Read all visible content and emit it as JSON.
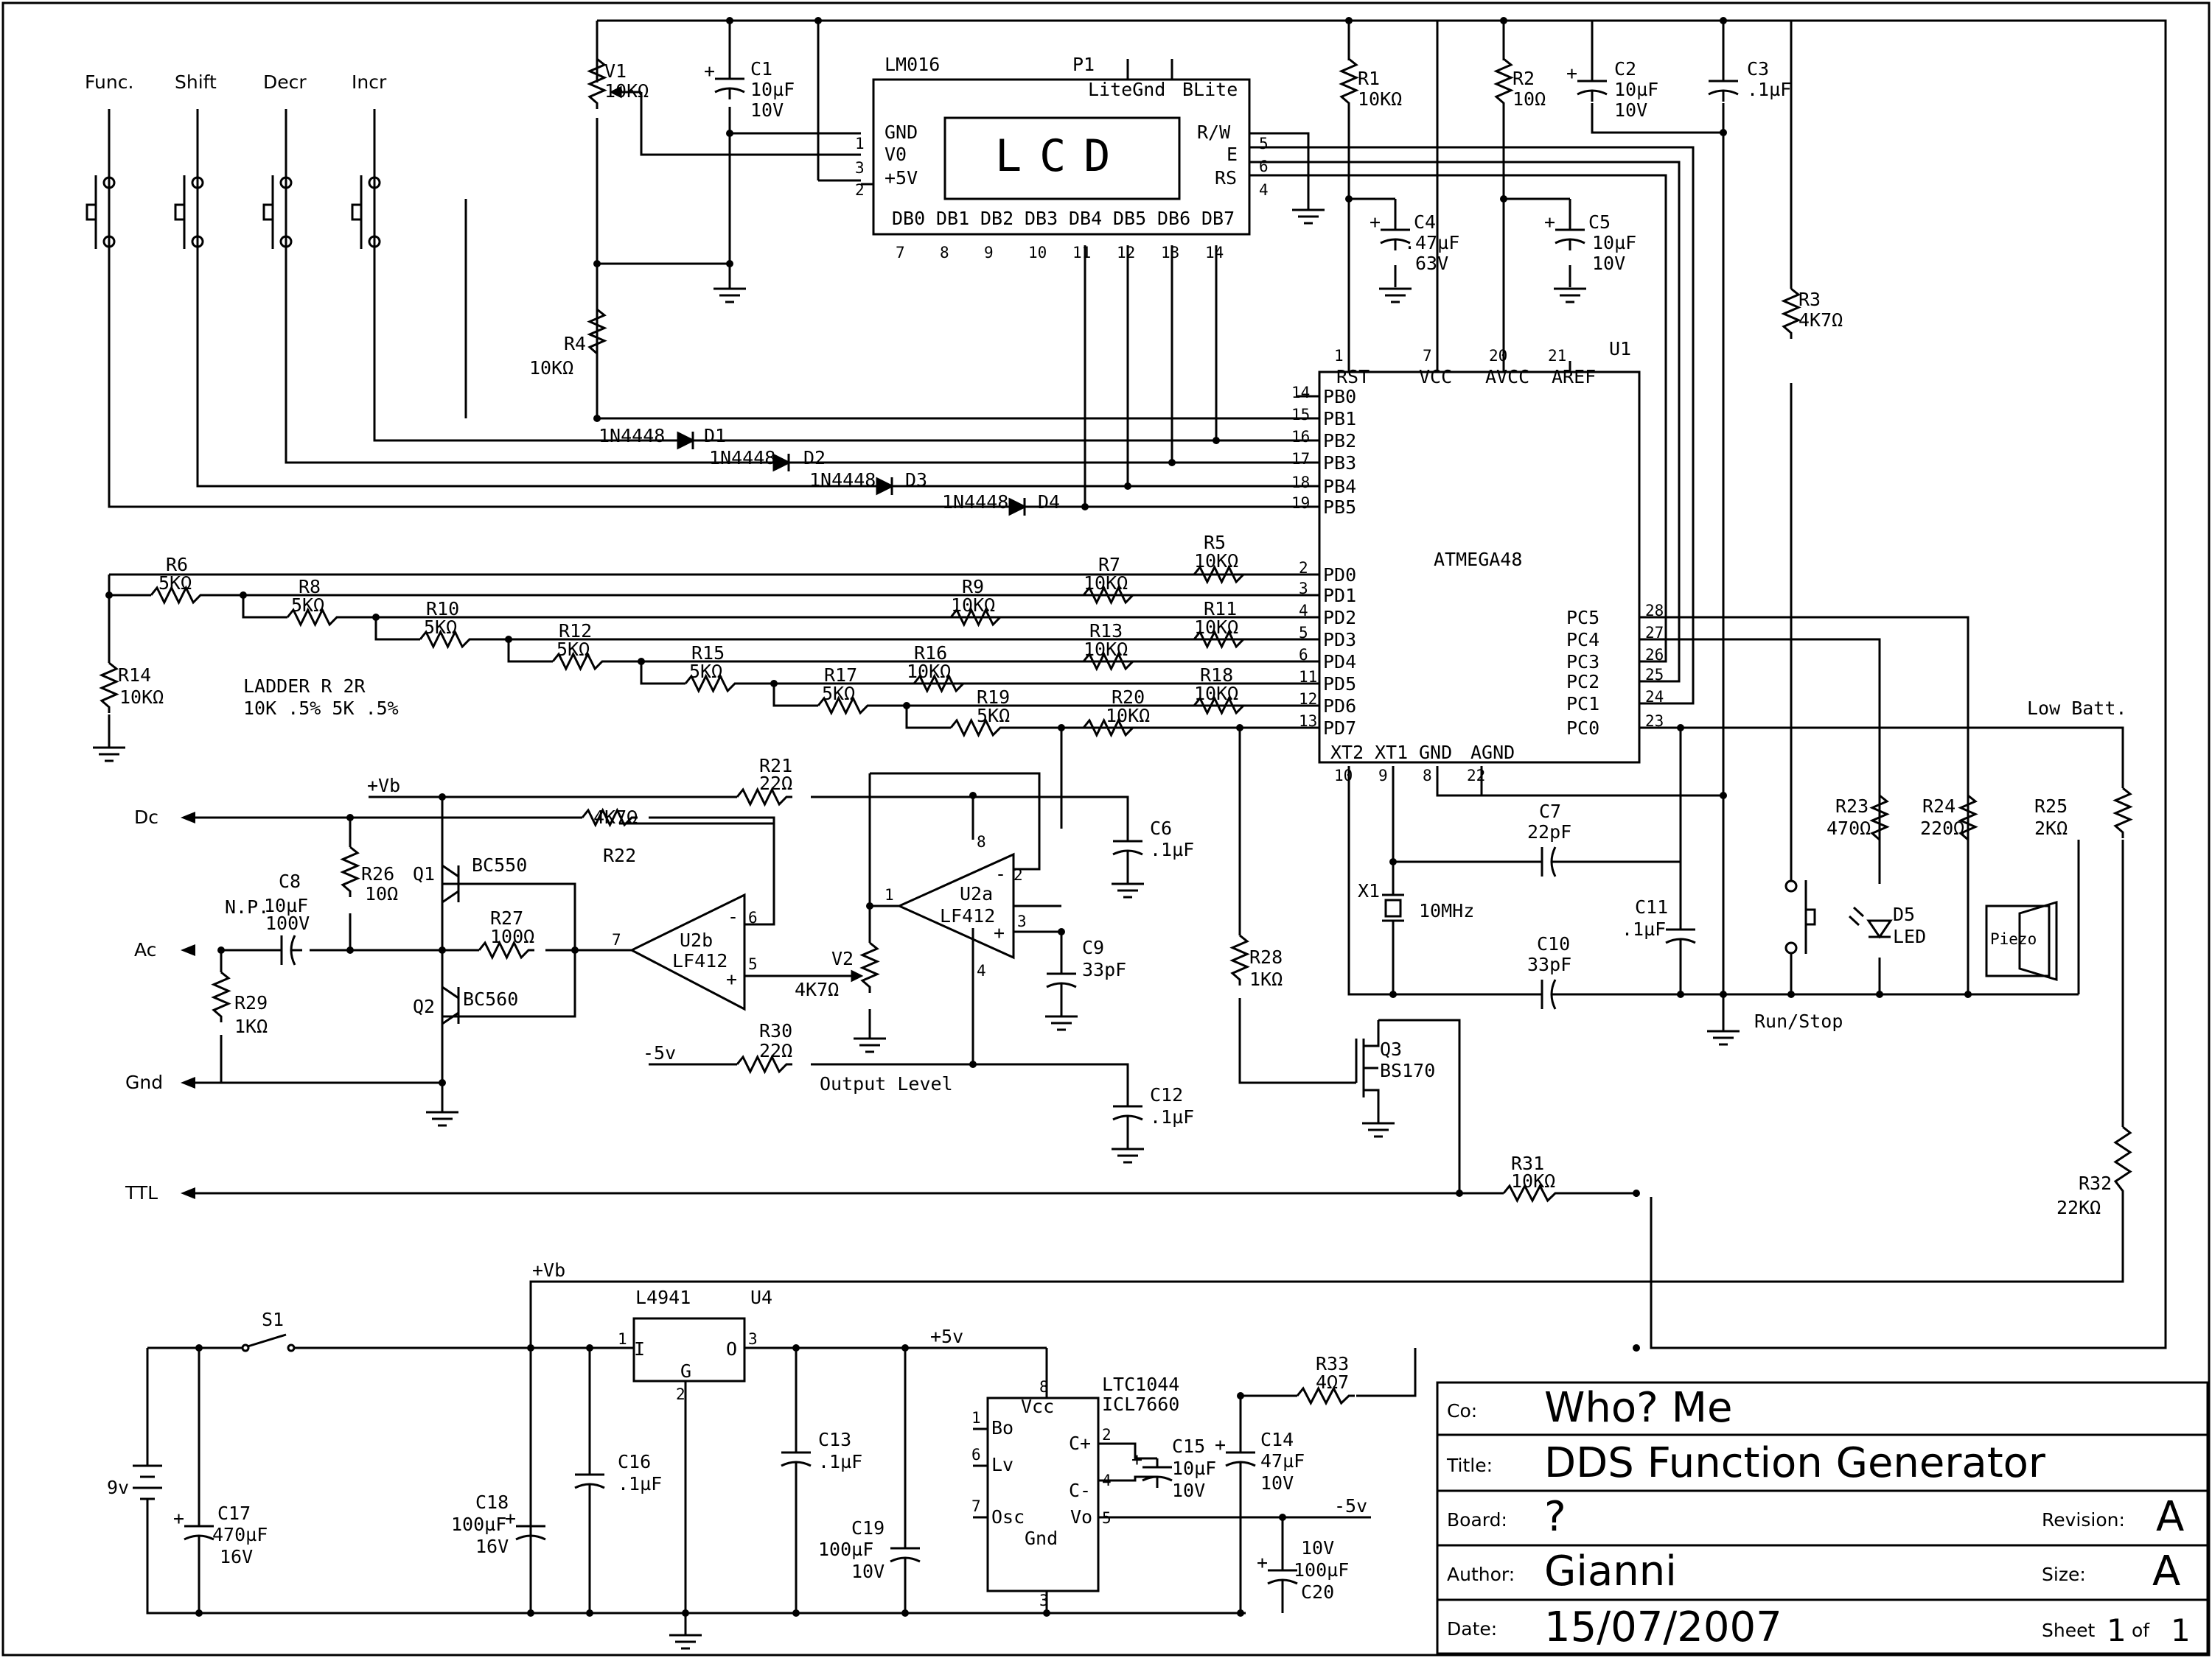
{
  "title_block": {
    "co_label": "Co:",
    "co": "Who? Me",
    "title_label": "Title:",
    "title": "DDS Function Generator",
    "board_label": "Board:",
    "board": "?",
    "revision_label": "Revision:",
    "revision": "A",
    "author_label": "Author:",
    "author": "Gianni",
    "size_label": "Size:",
    "size": "A",
    "date_label": "Date:",
    "date": "15/07/2007",
    "sheet_label": "Sheet",
    "sheet_num": "1",
    "sheet_of": "of",
    "sheet_total": "1"
  },
  "buttons": [
    "Func.",
    "Shift",
    "Decr",
    "Incr"
  ],
  "lcd": {
    "part": "LM016",
    "ref": "P1",
    "text": "LCD",
    "lite": "LiteGnd",
    "blite": "BLite",
    "left_pins": [
      "GND",
      "V0",
      "+5V"
    ],
    "left_nums": [
      "1",
      "3",
      "2"
    ],
    "right_pins": [
      "R/W",
      "E",
      "RS"
    ],
    "right_nums": [
      "5",
      "6",
      "4"
    ],
    "db": [
      "DB0",
      "DB1",
      "DB2",
      "DB3",
      "DB4",
      "DB5",
      "DB6",
      "DB7"
    ],
    "db_nums": [
      "7",
      "8",
      "9",
      "10",
      "11",
      "12",
      "13",
      "14"
    ]
  },
  "mcu": {
    "ref": "U1",
    "name": "ATMEGA48",
    "top": [
      "RST",
      "VCC",
      "AVCC",
      "AREF"
    ],
    "top_nums": [
      "1",
      "7",
      "20",
      "21"
    ],
    "pb": [
      "PB0",
      "PB1",
      "PB2",
      "PB3",
      "PB4",
      "PB5"
    ],
    "pb_nums": [
      "14",
      "15",
      "16",
      "17",
      "18",
      "19"
    ],
    "pd": [
      "PD0",
      "PD1",
      "PD2",
      "PD3",
      "PD4",
      "PD5",
      "PD6",
      "PD7"
    ],
    "pd_nums": [
      "2",
      "3",
      "4",
      "5",
      "6",
      "11",
      "12",
      "13"
    ],
    "pc": [
      "PC5",
      "PC4",
      "PC3",
      "PC2",
      "PC1",
      "PC0"
    ],
    "pc_nums": [
      "28",
      "27",
      "26",
      "25",
      "24",
      "23"
    ],
    "bottom": [
      "XT2",
      "XT1",
      "GND",
      "AGND"
    ],
    "bottom_nums": [
      "10",
      "9",
      "8",
      "22"
    ]
  },
  "diodes": [
    {
      "part": "1N4448",
      "ref": "D1"
    },
    {
      "part": "1N4448",
      "ref": "D2"
    },
    {
      "part": "1N4448",
      "ref": "D3"
    },
    {
      "part": "1N4448",
      "ref": "D4"
    }
  ],
  "parts": {
    "V1": {
      "ref": "V1",
      "val": "10KΩ"
    },
    "C1": {
      "ref": "C1",
      "v1": "10µF",
      "v2": "10V"
    },
    "R1": {
      "ref": "R1",
      "val": "10KΩ"
    },
    "R2": {
      "ref": "R2",
      "val": "10Ω"
    },
    "C2": {
      "ref": "C2",
      "v1": "10µF",
      "v2": "10V"
    },
    "C3": {
      "ref": "C3",
      "v1": ".1µF"
    },
    "C4": {
      "ref": "C4",
      "v1": ".47µF",
      "v2": "63V"
    },
    "C5": {
      "ref": "C5",
      "v1": "10µF",
      "v2": "10V"
    },
    "R3": {
      "ref": "R3",
      "val": "4K7Ω"
    },
    "R4": {
      "ref": "R4",
      "val": "10KΩ"
    },
    "R5": {
      "ref": "R5",
      "val": "10KΩ"
    },
    "R6": {
      "ref": "R6",
      "val": "5KΩ"
    },
    "R7": {
      "ref": "R7",
      "val": "10KΩ"
    },
    "R8": {
      "ref": "R8",
      "val": "5KΩ"
    },
    "R9": {
      "ref": "R9",
      "val": "10KΩ"
    },
    "R10": {
      "ref": "R10",
      "val": "5KΩ"
    },
    "R11": {
      "ref": "R11",
      "val": "10KΩ"
    },
    "R12": {
      "ref": "R12",
      "val": "5KΩ"
    },
    "R13": {
      "ref": "R13",
      "val": "10KΩ"
    },
    "R14": {
      "ref": "R14",
      "val": "10KΩ"
    },
    "R15": {
      "ref": "R15",
      "val": "5KΩ"
    },
    "R16": {
      "ref": "R16",
      "val": "10KΩ"
    },
    "R17": {
      "ref": "R17",
      "val": "5KΩ"
    },
    "R18": {
      "ref": "R18",
      "val": "10KΩ"
    },
    "R19": {
      "ref": "R19",
      "val": "5KΩ"
    },
    "R20": {
      "ref": "R20",
      "val": "10KΩ"
    },
    "R21": {
      "ref": "R21",
      "val": "22Ω"
    },
    "R22": {
      "ref": "R22",
      "val": "4K7Ω"
    },
    "R23": {
      "ref": "R23",
      "val": "470Ω"
    },
    "R24": {
      "ref": "R24",
      "val": "220Ω"
    },
    "R25": {
      "ref": "R25",
      "val": "2KΩ"
    },
    "R26": {
      "ref": "R26",
      "val": "10Ω"
    },
    "R27": {
      "ref": "R27",
      "val": "100Ω"
    },
    "R28": {
      "ref": "R28",
      "val": "1KΩ"
    },
    "R29": {
      "ref": "R29",
      "val": "1KΩ"
    },
    "R30": {
      "ref": "R30",
      "val": "22Ω"
    },
    "R31": {
      "ref": "R31",
      "val": "10KΩ"
    },
    "R32": {
      "ref": "R32",
      "val": "22KΩ"
    },
    "R33": {
      "ref": "R33",
      "val": "4Ω7"
    },
    "C6": {
      "ref": "C6",
      "v1": ".1µF"
    },
    "C7": {
      "ref": "C7",
      "v1": "22pF"
    },
    "C8": {
      "ref": "C8",
      "v0": "N.P.",
      "v1": "10µF",
      "v2": "100V"
    },
    "C9": {
      "ref": "C9",
      "v1": "33pF"
    },
    "C10": {
      "ref": "C10",
      "v1": "33pF"
    },
    "C11": {
      "ref": "C11",
      "v1": ".1µF"
    },
    "C12": {
      "ref": "C12",
      "v1": ".1µF"
    },
    "C13": {
      "ref": "C13",
      "v1": ".1µF"
    },
    "C14": {
      "ref": "C14",
      "v1": "47µF",
      "v2": "10V"
    },
    "C15": {
      "ref": "C15",
      "v1": "10µF",
      "v2": "10V"
    },
    "C16": {
      "ref": "C16",
      "v1": ".1µF"
    },
    "C17": {
      "ref": "C17",
      "v1": "470µF",
      "v2": "16V"
    },
    "C18": {
      "ref": "C18",
      "v1": "100µF",
      "v2": "16V"
    },
    "C19": {
      "ref": "C19",
      "v1": "100µF",
      "v2": "10V"
    },
    "C20": {
      "ref": "C20",
      "v1": "100µF",
      "v2": "10V"
    },
    "V2": {
      "ref": "V2",
      "val": "4K7Ω"
    },
    "X1": {
      "ref": "X1",
      "val": "10MHz"
    },
    "Q1": {
      "ref": "Q1",
      "val": "BC550"
    },
    "Q2": {
      "ref": "Q2",
      "val": "BC560"
    },
    "Q3": {
      "ref": "Q3",
      "val": "BS170"
    },
    "D5": {
      "ref": "D5",
      "val": "LED"
    },
    "S1": {
      "ref": "S1"
    },
    "U2a": {
      "ref": "U2a",
      "val": "LF412"
    },
    "U2b": {
      "ref": "U2b",
      "val": "LF412"
    },
    "U4": {
      "ref": "U4",
      "val": "L4941"
    },
    "U3": {
      "l1": "LTC1044",
      "l2": "ICL7660"
    }
  },
  "labels": {
    "ladder1": "LADDER R 2R",
    "ladder2": "10K .5%   5K .5%",
    "vb1": "+Vb",
    "vb2": "+Vb",
    "p5v": "+5v",
    "m5v_1": "-5v",
    "m5v_2": "-5v",
    "dc": "Dc",
    "ac": "Ac",
    "gnd": "Gnd",
    "ttl": "TTL",
    "output_level": "Output Level",
    "low_batt": "Low Batt.",
    "run_stop": "Run/Stop",
    "piezo": "Piezo",
    "battery": "9v",
    "u4_i": "I",
    "u4_o": "O",
    "u4_g": "G",
    "u4_p1": "1",
    "u4_p2": "2",
    "u4_p3": "3",
    "u3_vcc": "Vcc",
    "u3_bo": "Bo",
    "u3_lv": "Lv",
    "u3_osc": "Osc",
    "u3_gnd": "Gnd",
    "u3_cp": "C+",
    "u3_cm": "C-",
    "u3_vo": "Vo",
    "u3_n8": "8",
    "u3_n1": "1",
    "u3_n6": "6",
    "u3_n7": "7",
    "u3_n3": "3",
    "u3_n2": "2",
    "u3_n4": "4",
    "u3_n5": "5",
    "opa_p": "+",
    "opa_m": "-",
    "op_n1": "1",
    "op_n2": "2",
    "op_n3": "3",
    "op_n4": "4",
    "op_n8": "8",
    "op_n5": "5",
    "op_n6": "6",
    "op_n7": "7"
  }
}
